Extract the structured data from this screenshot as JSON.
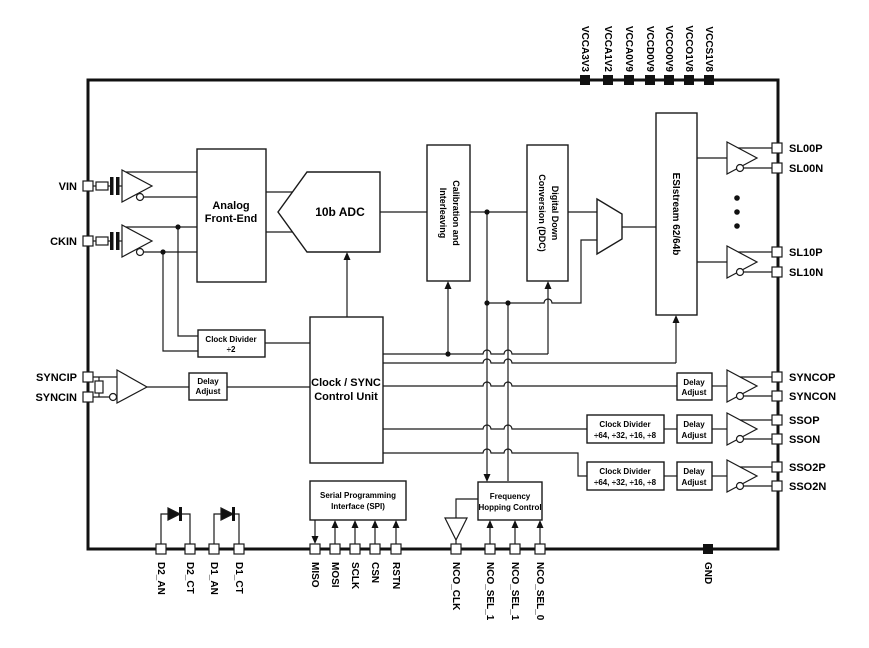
{
  "colors": {
    "line": "#1a1a1a",
    "text": "#000000",
    "background": "#ffffff"
  },
  "pins": {
    "top": [
      "VCCA3V3",
      "VCCA1V2",
      "VCCA0V9",
      "VCCD0V9",
      "VCCO0V9",
      "VCCO1V8",
      "VCCS1V8"
    ],
    "left": [
      "VIN",
      "CKIN",
      "SYNCIP",
      "SYNCIN"
    ],
    "right": [
      "SL00P",
      "SL00N",
      "SL10P",
      "SL10N",
      "SYNCOP",
      "SYNCON",
      "SSOP",
      "SSON",
      "SSO2P",
      "SSO2N"
    ],
    "bottom": [
      "D2_AN",
      "D2_CT",
      "D1_AN",
      "D1_CT",
      "MISO",
      "MOSI",
      "SCLK",
      "CSN",
      "RSTN",
      "NCO_CLK",
      "NCO_SEL_1",
      "NCO_SEL_1",
      "NCO_SEL_0",
      "GND"
    ]
  },
  "blocks": {
    "afe": {
      "line1": "Analog",
      "line2": "Front-End"
    },
    "adc": {
      "label": "10b ADC"
    },
    "calibration": {
      "line1": "Calibration and",
      "line2": "Interleaving"
    },
    "ddc": {
      "line1": "Digital Down",
      "line2": "Conversion (DDC)"
    },
    "esistream": {
      "label": "ESIstream 62/64b"
    },
    "clock_divider_2": {
      "line1": "Clock Divider",
      "line2": "÷2"
    },
    "clock_sync_unit": {
      "line1": "Clock / SYNC",
      "line2": "Control Unit"
    },
    "delay_adjust": {
      "line1": "Delay",
      "line2": "Adjust"
    },
    "spi": {
      "line1": "Serial Programming",
      "line2": "Interface (SPI)"
    },
    "freq_hopping": {
      "line1": "Frequency",
      "line2": "Hopping Control"
    },
    "clock_divider_sso": {
      "line1": "Clock Divider",
      "line2": "÷64, ÷32, ÷16, ÷8"
    }
  }
}
